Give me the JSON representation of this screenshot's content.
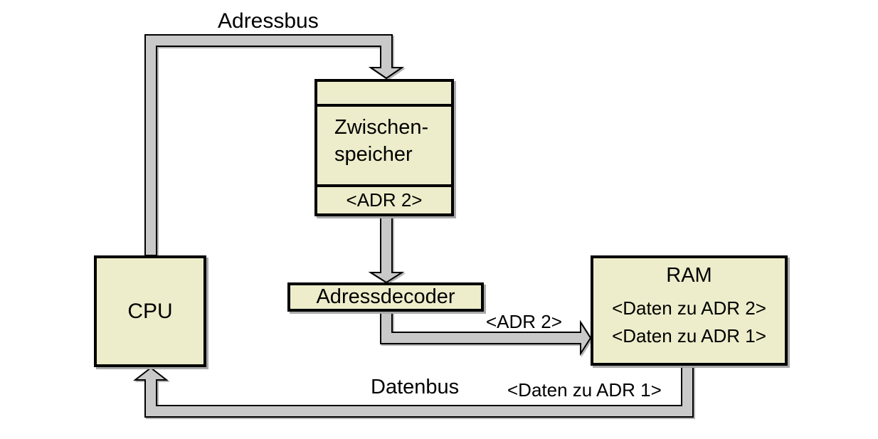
{
  "colors": {
    "background": "#ffffff",
    "box_fill": "#ededcb",
    "box_border": "#000000",
    "bus_fill": "#c9c9c9",
    "bus_outline": "#000000",
    "shadow": "#a9a9a9"
  },
  "nodes": {
    "cpu": {
      "label": "CPU"
    },
    "buffer": {
      "label": "Zwischen-\nspeicher",
      "register": "<ADR 2>"
    },
    "decoder": {
      "label": "Adressdecoder"
    },
    "ram": {
      "title": "RAM",
      "entries": [
        "<Daten zu ADR 2>",
        "<Daten zu ADR 1>"
      ]
    }
  },
  "buses": {
    "adressbus": {
      "label": "Adressbus"
    },
    "datenbus": {
      "label": "Datenbus"
    },
    "adr2_to_ram": {
      "label": "<ADR 2>"
    },
    "daten_adr1": {
      "label": "<Daten zu ADR 1>"
    }
  }
}
